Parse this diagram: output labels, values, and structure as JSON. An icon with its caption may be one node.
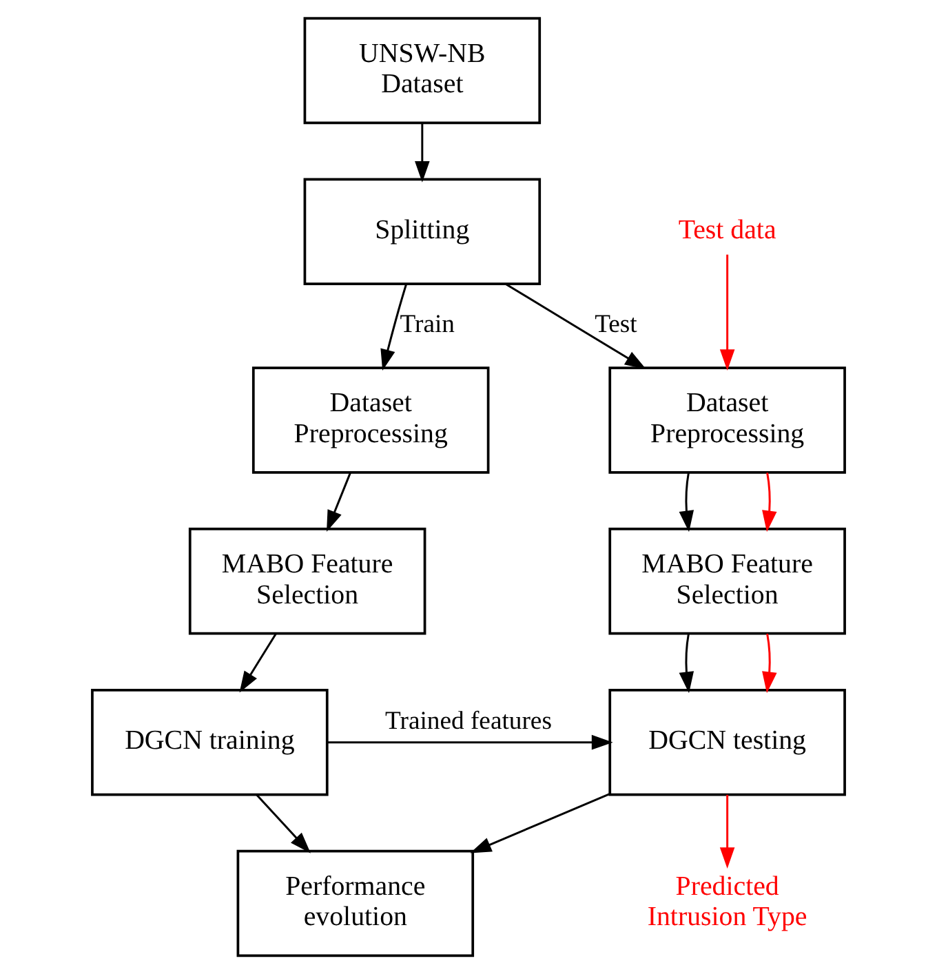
{
  "diagram": {
    "nodes": [
      {
        "text": [
          "UNSW-NB Dataset"
        ]
      },
      {
        "text": [
          "Splitting"
        ]
      },
      {
        "text": [
          "Dataset Preprocessing"
        ]
      },
      {
        "text": [
          "MABO Feature Selection"
        ]
      },
      {
        "text": [
          "DGCN training"
        ]
      },
      {
        "text": [
          "Dataset Preprocessing"
        ]
      },
      {
        "text": [
          "MABO Feature Selection"
        ]
      },
      {
        "text": [
          "DGCN testing"
        ]
      },
      {
        "text": [
          "Performance evolution"
        ]
      },
      {
        "text": [
          "Test data"
        ]
      },
      {
        "text": [
          "Predicted Intrusion Type"
        ]
      }
    ],
    "edges": [
      {
        "from": 0,
        "to": 1,
        "arrow": "to"
      },
      {
        "from": 1,
        "to": 2,
        "arrow": "to",
        "label": "Train"
      },
      {
        "from": 1,
        "to": 5,
        "arrow": "to",
        "label": "Test"
      },
      {
        "from": 2,
        "to": 3,
        "arrow": "to"
      },
      {
        "from": 3,
        "to": 4,
        "arrow": "to"
      },
      {
        "from": 5,
        "to": 6,
        "arrow": "to"
      },
      {
        "from": 6,
        "to": 7,
        "arrow": "to"
      },
      {
        "from": 4,
        "to": 7,
        "arrow": "to",
        "label": "Trained features"
      },
      {
        "from": 4,
        "to": 8,
        "arrow": "to"
      },
      {
        "from": 7,
        "to": 8,
        "arrow": "to"
      },
      {
        "from": 9,
        "to": 5,
        "arrow": "to",
        "color": "#ff0000"
      },
      {
        "from": 5,
        "to": 6,
        "arrow": "to",
        "color": "#ff0000"
      },
      {
        "from": 6,
        "to": 7,
        "arrow": "to",
        "color": "#ff0000"
      },
      {
        "from": 7,
        "to": 10,
        "arrow": "to",
        "color": "#ff0000"
      }
    ]
  }
}
